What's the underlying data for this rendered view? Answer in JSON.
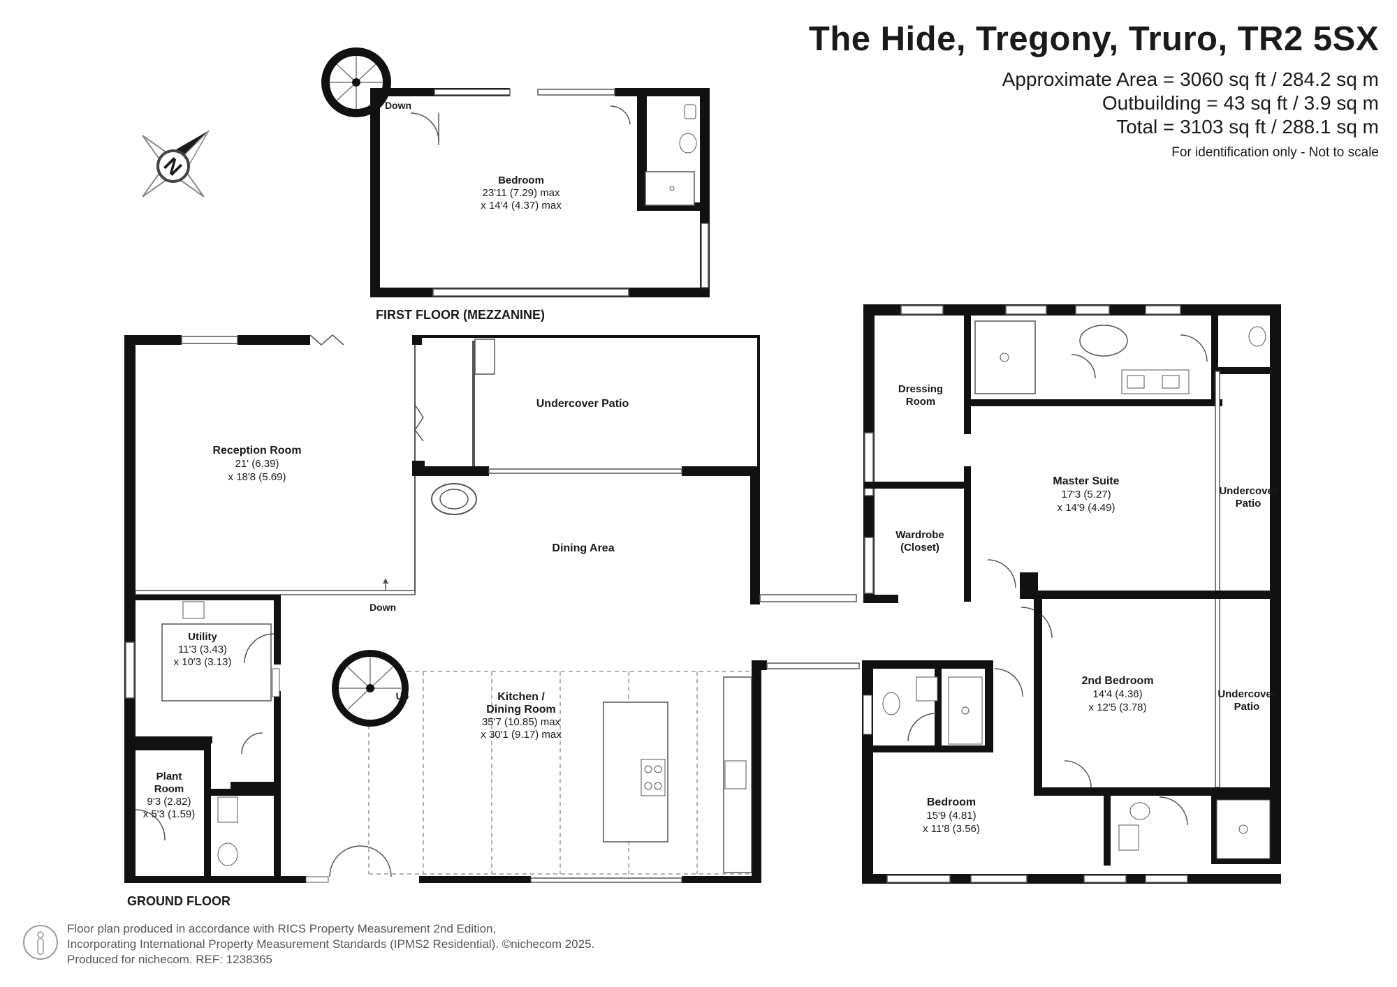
{
  "header": {
    "title": "The Hide, Tregony, Truro, TR2 5SX",
    "area_line1": "Approximate Area = 3060 sq ft / 284.2 sq m",
    "area_line2": "Outbuilding = 43 sq ft / 3.9 sq m",
    "area_line3": "Total = 3103 sq ft / 288.1 sq m",
    "note": "For identification only - Not to scale"
  },
  "floors": {
    "first": "FIRST FLOOR (MEZZANINE)",
    "ground": "GROUND FLOOR"
  },
  "compass": {
    "letter": "N"
  },
  "rooms": {
    "mezz_bedroom": {
      "name": "Bedroom",
      "dim1": "23'11 (7.29) max",
      "dim2": "x 14'4 (4.37) max"
    },
    "reception": {
      "name": "Reception Room",
      "dim1": "21' (6.39)",
      "dim2": "x 18'8 (5.69)"
    },
    "patio_top": {
      "name": "Undercover Patio"
    },
    "dining_area": {
      "name": "Dining Area"
    },
    "utility": {
      "name": "Utility",
      "dim1": "11'3 (3.43)",
      "dim2": "x 10'3 (3.13)"
    },
    "kitchen": {
      "name1": "Kitchen /",
      "name2": "Dining Room",
      "dim1": "35'7 (10.85) max",
      "dim2": "x 30'1 (9.17) max"
    },
    "plant": {
      "name1": "Plant",
      "name2": "Room",
      "dim1": "9'3 (2.82)",
      "dim2": "x 5'3 (1.59)"
    },
    "dressing": {
      "name1": "Dressing",
      "name2": "Room"
    },
    "wardrobe": {
      "name1": "Wardrobe",
      "name2": "(Closet)"
    },
    "master": {
      "name": "Master Suite",
      "dim1": "17'3 (5.27)",
      "dim2": "x 14'9 (4.49)"
    },
    "patio_right1": {
      "name1": "Undercover",
      "name2": "Patio"
    },
    "patio_right2": {
      "name1": "Undercover",
      "name2": "Patio"
    },
    "second_bedroom": {
      "name": "2nd Bedroom",
      "dim1": "14'4 (4.36)",
      "dim2": "x 12'5 (3.78)"
    },
    "bedroom_gf": {
      "name": "Bedroom",
      "dim1": "15'9 (4.81)",
      "dim2": "x 11'8 (3.56)"
    }
  },
  "stairs": {
    "mezz_down": "Down",
    "ground_down": "Down",
    "ground_up": "Up"
  },
  "footer": {
    "line1": "Floor plan produced in accordance with RICS Property Measurement 2nd Edition,",
    "line2": "Incorporating International Property Measurement Standards (IPMS2 Residential).   ©nichecom 2025.",
    "line3": "Produced for nichecom.  REF:  1238365"
  },
  "colors": {
    "wall": "#111111",
    "line": "#555555",
    "text": "#1a1a1a",
    "muted": "#555555"
  }
}
